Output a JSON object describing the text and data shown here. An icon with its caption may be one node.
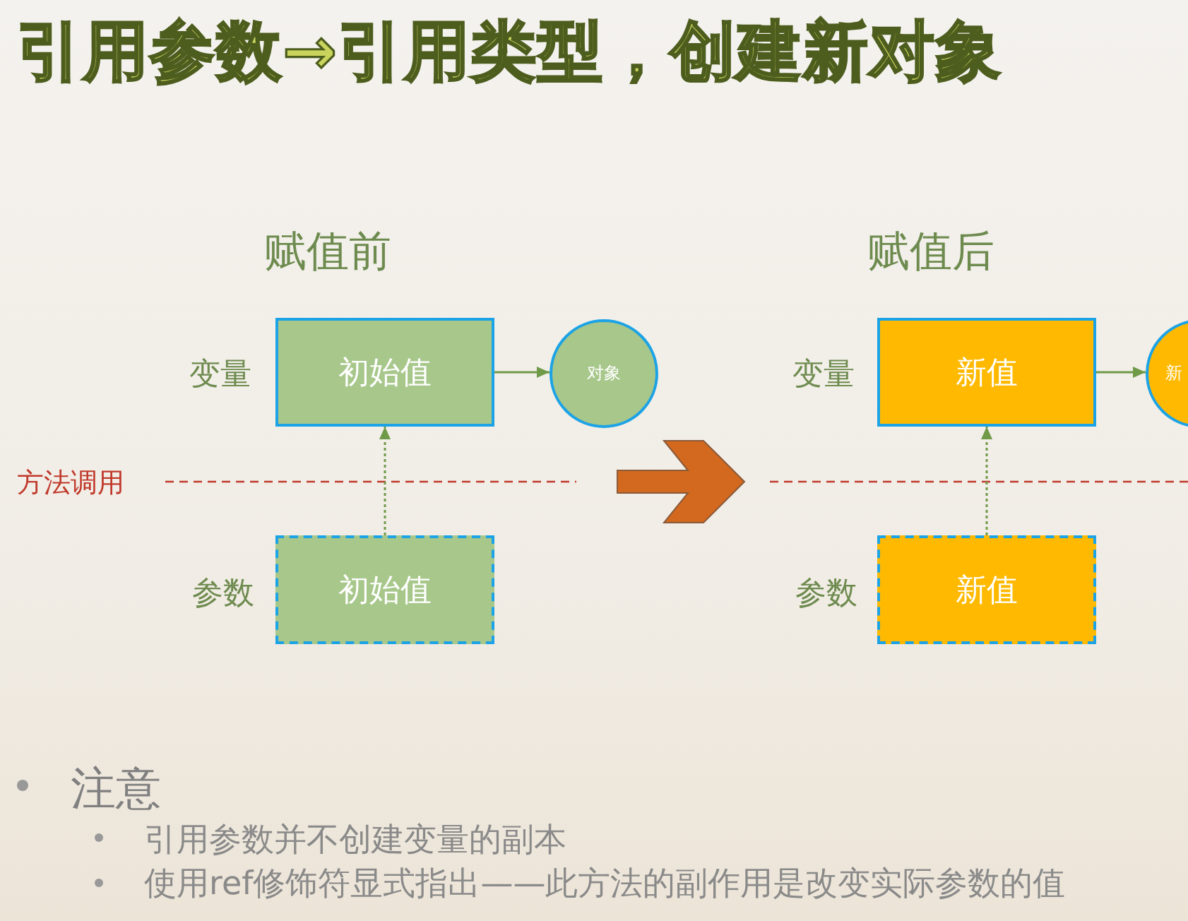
{
  "diagram": {
    "title": "引用参数→引用类型，创建新对象",
    "nodes": [
      {
        "text": [
          "初始值"
        ]
      },
      {
        "text": [
          "对象"
        ]
      },
      {
        "text": [
          "初始值"
        ]
      },
      {
        "text": [
          "新值"
        ]
      },
      {
        "text": [
          "新"
        ]
      },
      {
        "text": [
          "新值"
        ]
      }
    ],
    "edges": [
      {
        "from": 0,
        "to": 1,
        "arrow": "to"
      },
      {
        "from": 2,
        "to": 0,
        "arrow": "to",
        "style": "dashed"
      },
      {
        "from": 3,
        "to": 4,
        "arrow": "to"
      },
      {
        "from": 5,
        "to": 3,
        "arrow": "to",
        "style": "dashed"
      }
    ],
    "labels": [
      "赋值前",
      "赋值后",
      "变量",
      "变量",
      "方法调用",
      "参数",
      "参数",
      "注意",
      "引用参数并不创建变量的副本",
      "使用ref修饰符显式指出——此方法的副作用是改变实际参数的值"
    ]
  }
}
